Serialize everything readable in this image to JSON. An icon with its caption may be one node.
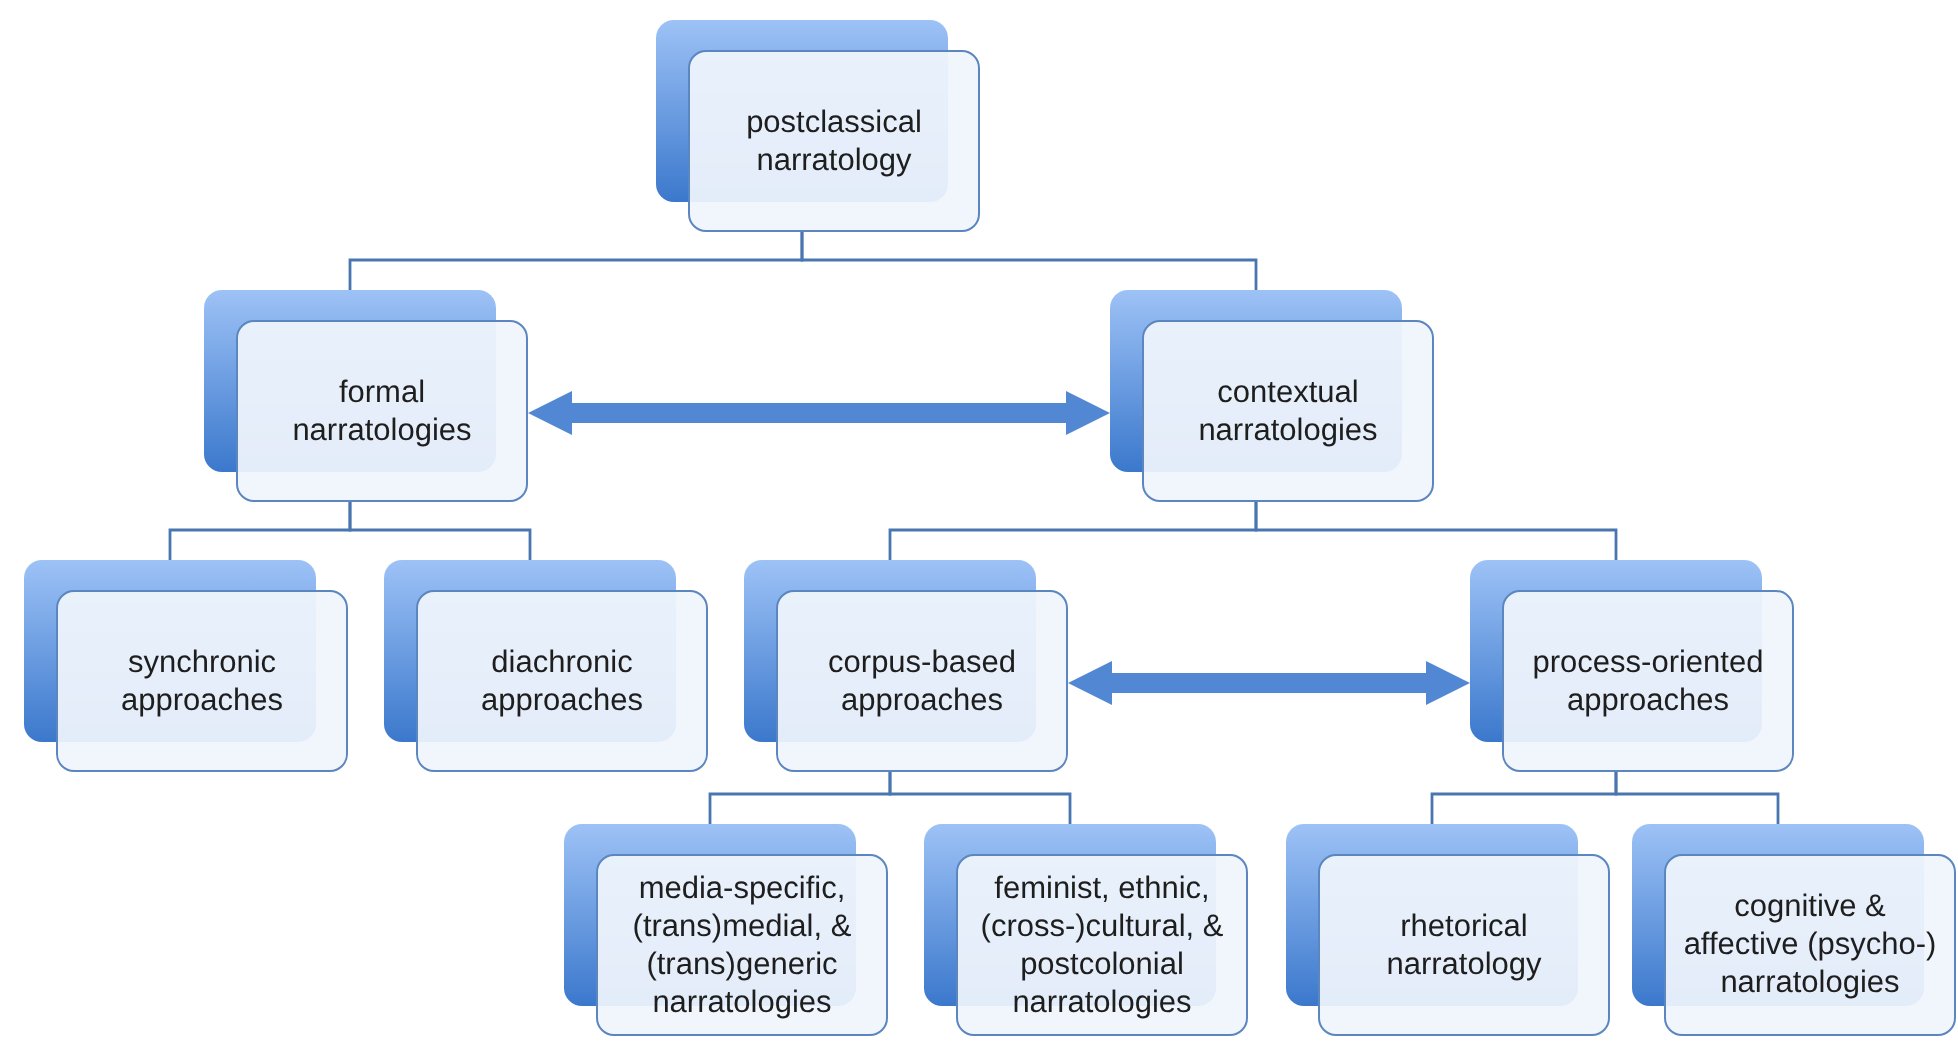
{
  "diagram": {
    "nodes": [
      {
        "text": [
          "postclassical narratology"
        ]
      },
      {
        "text": [
          "formal narratologies"
        ]
      },
      {
        "text": [
          "contextual narratologies"
        ]
      },
      {
        "text": [
          "synchronic approaches"
        ]
      },
      {
        "text": [
          "diachronic approaches"
        ]
      },
      {
        "text": [
          "corpus-based approaches"
        ]
      },
      {
        "text": [
          "process-oriented approaches"
        ]
      },
      {
        "text": [
          "media-specific, (trans)medial, & (trans)generic narratologies"
        ]
      },
      {
        "text": [
          "feminist, ethnic, (cross-)cultural, & postcolonial narratologies"
        ]
      },
      {
        "text": [
          "rhetorical narratology"
        ]
      },
      {
        "text": [
          "cognitive & affective (psycho-) narratologies"
        ]
      }
    ],
    "edges": [
      {
        "from": 0,
        "to": 1,
        "arrow": "none"
      },
      {
        "from": 0,
        "to": 2,
        "arrow": "none"
      },
      {
        "from": 1,
        "to": 2,
        "arrow": "both",
        "style": "thick"
      },
      {
        "from": 1,
        "to": 3,
        "arrow": "none"
      },
      {
        "from": 1,
        "to": 4,
        "arrow": "none"
      },
      {
        "from": 2,
        "to": 5,
        "arrow": "none"
      },
      {
        "from": 2,
        "to": 6,
        "arrow": "none"
      },
      {
        "from": 5,
        "to": 6,
        "arrow": "both",
        "style": "thick"
      },
      {
        "from": 5,
        "to": 7,
        "arrow": "none"
      },
      {
        "from": 5,
        "to": 8,
        "arrow": "none"
      },
      {
        "from": 6,
        "to": 9,
        "arrow": "none"
      },
      {
        "from": 6,
        "to": 10,
        "arrow": "none"
      }
    ]
  }
}
